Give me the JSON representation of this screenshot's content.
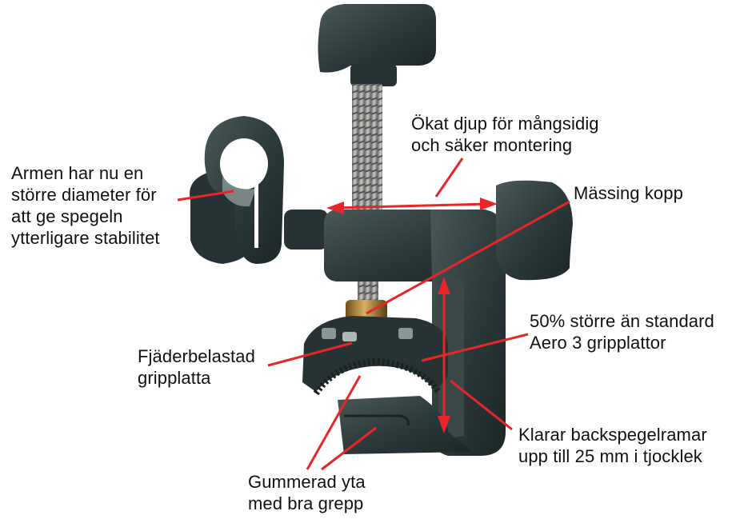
{
  "figure": {
    "subject": "Spegelfäste / mirror clamp",
    "colors": {
      "background": "#ffffff",
      "clamp_body": "#2c3a3b",
      "clamp_highlight": "#4a5858",
      "screw": "#9a9a98",
      "brass_cup": "#b08a3e",
      "annotation_line": "#e8262a",
      "text": "#111111"
    }
  },
  "annotations": [
    {
      "id": "arm",
      "lines": [
        "Armen har nu en",
        "större diameter för",
        "att ge spegeln",
        "ytterligare stabilitet"
      ]
    },
    {
      "id": "depth",
      "lines": [
        "Ökat djup för mångsidig",
        "och säker montering"
      ]
    },
    {
      "id": "brass",
      "lines": [
        "Mässing kopp"
      ]
    },
    {
      "id": "grip-size",
      "lines": [
        "50% större än standard",
        "Aero 3 gripplattor"
      ]
    },
    {
      "id": "spring",
      "lines": [
        "Fjäderbelastad",
        "gripplatta"
      ]
    },
    {
      "id": "thickness",
      "lines": [
        "Klarar backspegelramar",
        "upp till 25 mm i tjocklek"
      ]
    },
    {
      "id": "rubber",
      "lines": [
        "Gummerad yta",
        "med bra grepp"
      ]
    }
  ]
}
